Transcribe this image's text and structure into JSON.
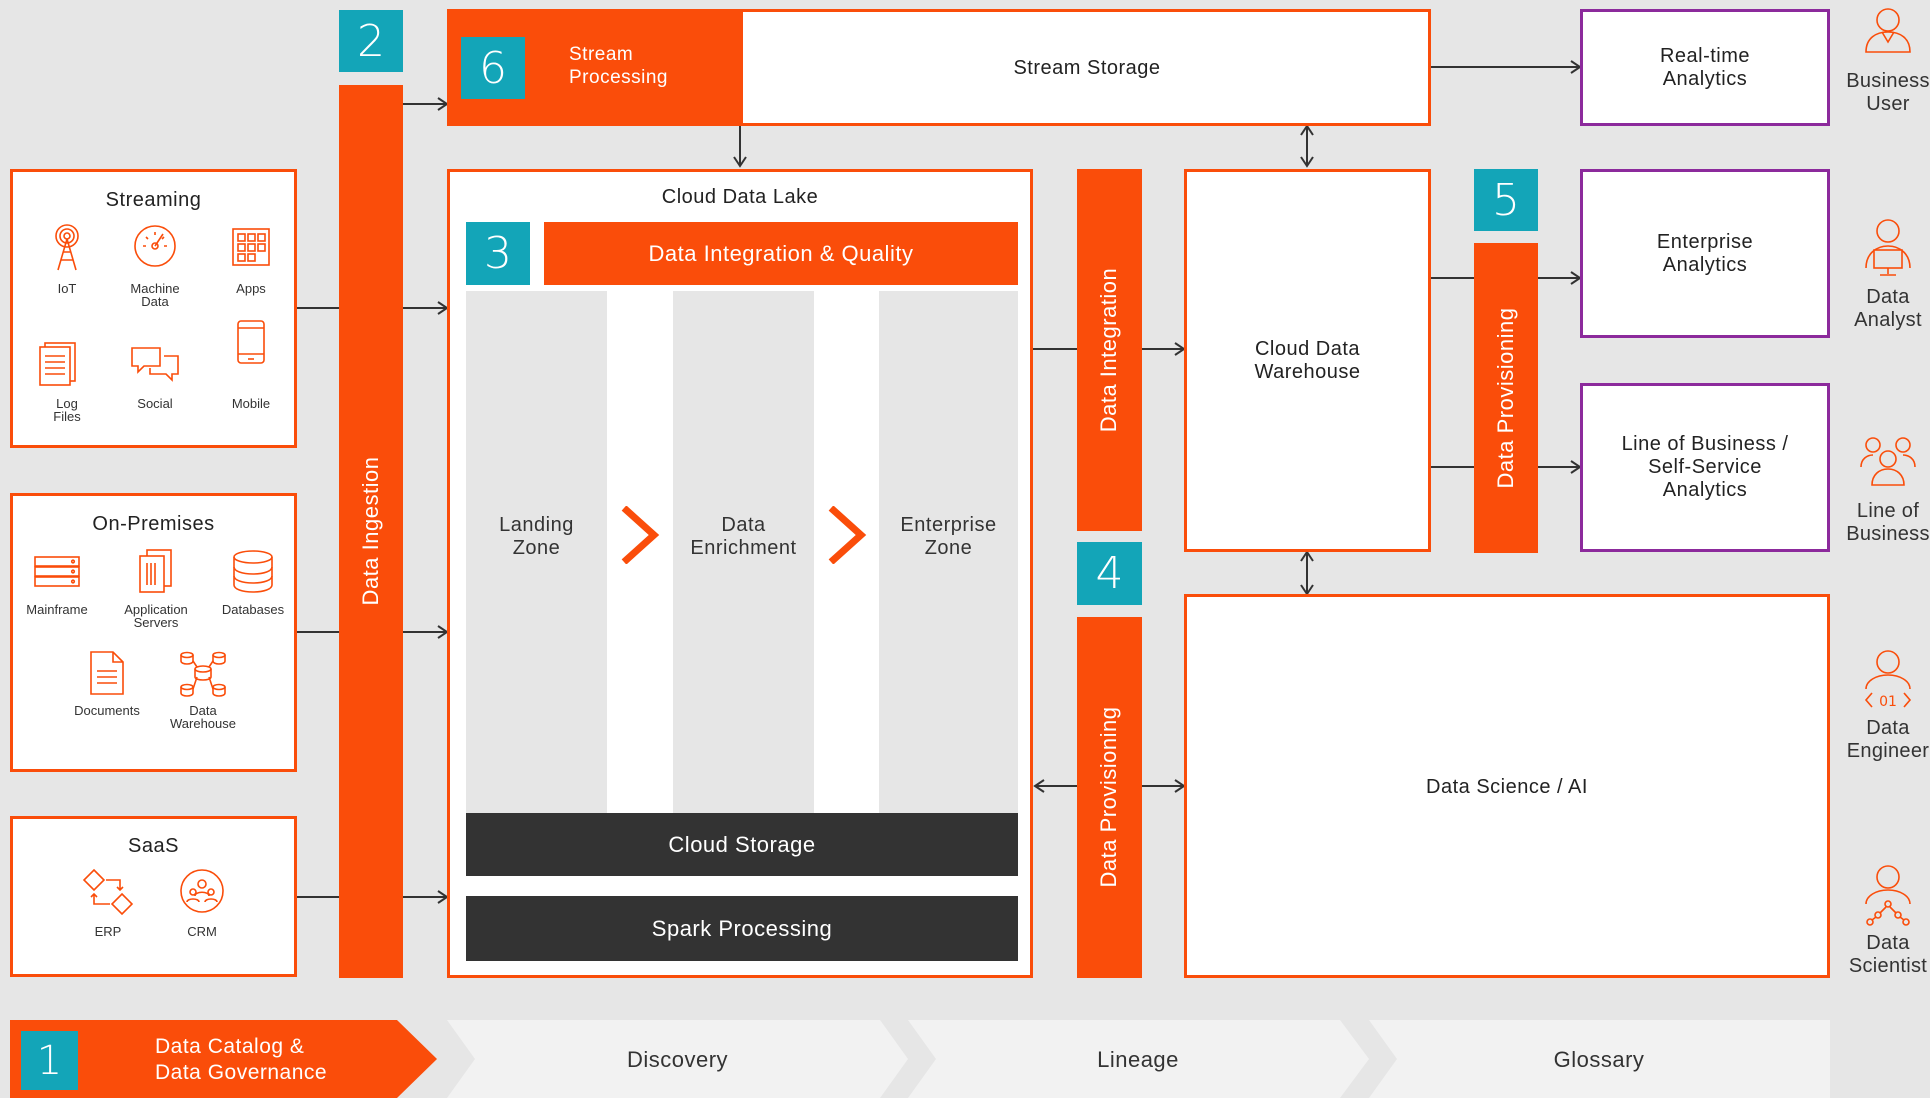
{
  "numbers": {
    "n1": "1",
    "n2": "2",
    "n3": "3",
    "n4": "4",
    "n5": "5",
    "n6": "6"
  },
  "sources": {
    "streaming": {
      "title": "Streaming",
      "items": [
        {
          "label": "IoT",
          "icon": "iot-icon"
        },
        {
          "label": "Machine\nData",
          "icon": "machine-data-icon"
        },
        {
          "label": "Apps",
          "icon": "apps-icon"
        },
        {
          "label": "Log\nFiles",
          "icon": "log-files-icon"
        },
        {
          "label": "Social",
          "icon": "social-icon"
        },
        {
          "label": "Mobile",
          "icon": "mobile-icon"
        }
      ]
    },
    "onprem": {
      "title": "On-Premises",
      "items": [
        {
          "label": "Mainframe",
          "icon": "mainframe-icon"
        },
        {
          "label": "Application\nServers",
          "icon": "application-servers-icon"
        },
        {
          "label": "Databases",
          "icon": "databases-icon"
        },
        {
          "label": "Documents",
          "icon": "documents-icon"
        },
        {
          "label": "Data\nWarehouse",
          "icon": "data-warehouse-icon"
        }
      ]
    },
    "saas": {
      "title": "SaaS",
      "items": [
        {
          "label": "ERP",
          "icon": "erp-icon"
        },
        {
          "label": "CRM",
          "icon": "crm-icon"
        }
      ]
    }
  },
  "ingestion": {
    "label": "Data Ingestion"
  },
  "stream": {
    "processing": "Stream\nProcessing",
    "storage": "Stream Storage"
  },
  "lake": {
    "title": "Cloud Data Lake",
    "integration_quality": "Data Integration & Quality",
    "zones": [
      "Landing\nZone",
      "Data\nEnrichment",
      "Enterprise\nZone"
    ],
    "cloud_storage": "Cloud Storage",
    "spark": "Spark Processing"
  },
  "integration": {
    "label": "Data Integration"
  },
  "provisioning_lower": {
    "label": "Data Provisioning"
  },
  "warehouse": {
    "label": "Cloud Data\nWarehouse"
  },
  "provisioning_upper": {
    "label": "Data Provisioning"
  },
  "data_science": {
    "label": "Data Science / AI"
  },
  "analytics": {
    "realtime": "Real-time\nAnalytics",
    "enterprise": "Enterprise\nAnalytics",
    "lob": "Line of Business /\nSelf-Service\nAnalytics"
  },
  "personas": [
    {
      "label": "Business\nUser",
      "icon": "business-user-icon"
    },
    {
      "label": "Data\nAnalyst",
      "icon": "data-analyst-icon"
    },
    {
      "label": "Line of\nBusiness",
      "icon": "line-of-business-icon"
    },
    {
      "label": "Data\nEngineer",
      "icon": "data-engineer-icon"
    },
    {
      "label": "Data\nScientist",
      "icon": "data-scientist-icon"
    }
  ],
  "governance": {
    "label": "Data Catalog &\nData Governance",
    "steps": [
      "Discovery",
      "Lineage",
      "Glossary"
    ]
  },
  "colors": {
    "accent": "#fa4d0a",
    "teal": "#13a5b8",
    "purple": "#8c2a9c",
    "dark": "#333333",
    "background": "#e6e6e6"
  }
}
